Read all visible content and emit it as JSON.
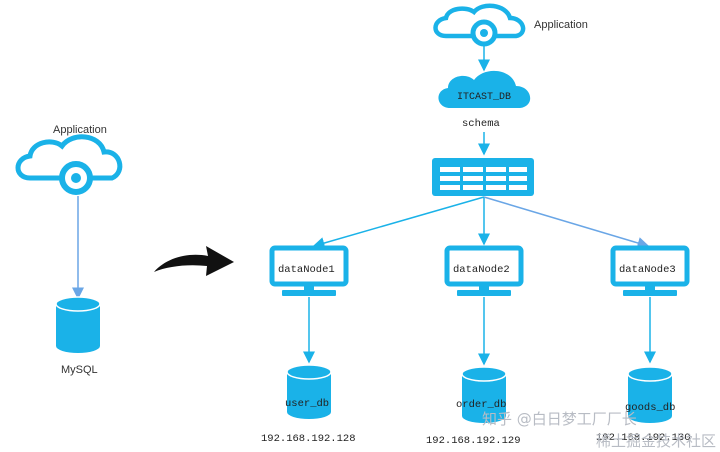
{
  "left": {
    "app_label": "Application",
    "db_label": "MySQL"
  },
  "right": {
    "app_label": "Application",
    "logical_db_label": "ITCAST_DB",
    "schema_label": "schema",
    "nodes": [
      {
        "name": "dataNode1",
        "db": "user_db",
        "ip": "192.168.192.128"
      },
      {
        "name": "dataNode2",
        "db": "order_db",
        "ip": "192.168.192.129"
      },
      {
        "name": "dataNode3",
        "db": "goods_db",
        "ip": "192.168.192.130"
      }
    ]
  },
  "watermark": {
    "text": "知乎 @白日梦工厂厂长",
    "sub": "稀土掘金技术社区"
  },
  "colors": {
    "primary": "#1ab2e8",
    "line": "#7fb3e8",
    "arrow": "#111111"
  }
}
